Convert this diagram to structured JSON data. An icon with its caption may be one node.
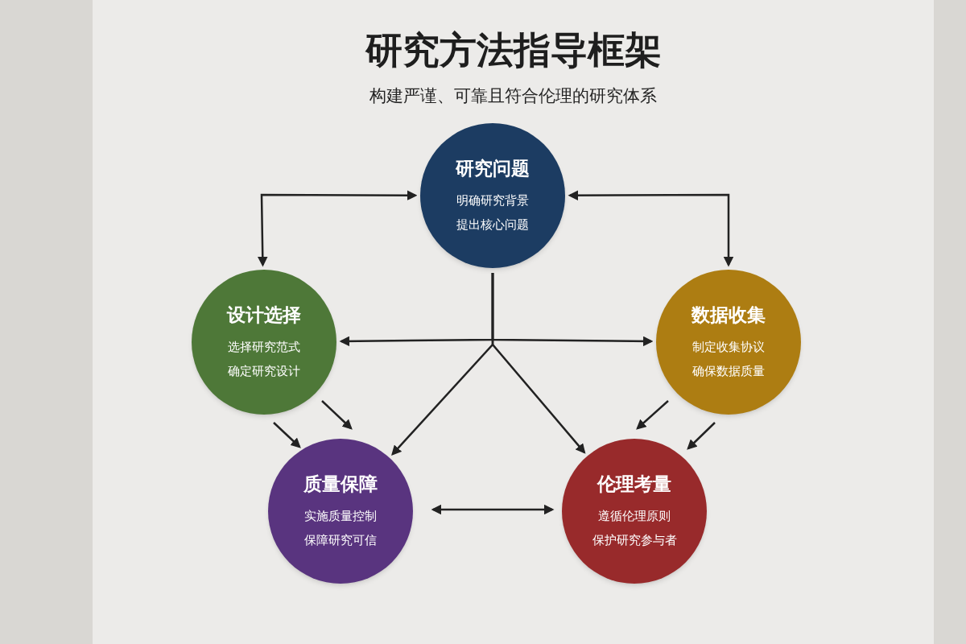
{
  "diagram": {
    "title": "研究方法指导框架",
    "nodes": [
      {
        "text": [
          "研究问题",
          "明确研究背景",
          "提出核心问题"
        ]
      },
      {
        "text": [
          "设计选择",
          "选择研究范式",
          "确定研究设计"
        ]
      },
      {
        "text": [
          "数据收集",
          "制定收集协议",
          "确保数据质量"
        ]
      },
      {
        "text": [
          "质量保障",
          "实施质量控制",
          "保障研究可信"
        ]
      },
      {
        "text": [
          "伦理考量",
          "遵循伦理原则",
          "保护研究参与者"
        ]
      }
    ],
    "edges": [
      {
        "from": 0,
        "to": 1,
        "arrow": "both"
      },
      {
        "from": 0,
        "to": 2,
        "arrow": "both"
      },
      {
        "from": 0,
        "to": 1,
        "arrow": "to"
      },
      {
        "from": 0,
        "to": 2,
        "arrow": "to"
      },
      {
        "from": 0,
        "to": 3,
        "arrow": "to"
      },
      {
        "from": 0,
        "to": 4,
        "arrow": "to"
      },
      {
        "from": 1,
        "to": 3,
        "arrow": "to"
      },
      {
        "from": 1,
        "to": 3,
        "arrow": "to"
      },
      {
        "from": 2,
        "to": 4,
        "arrow": "to"
      },
      {
        "from": 2,
        "to": 4,
        "arrow": "to"
      },
      {
        "from": 3,
        "to": 4,
        "arrow": "both"
      }
    ],
    "labels": [
      "构建严谨、可靠且符合伦理的研究体系"
    ]
  }
}
